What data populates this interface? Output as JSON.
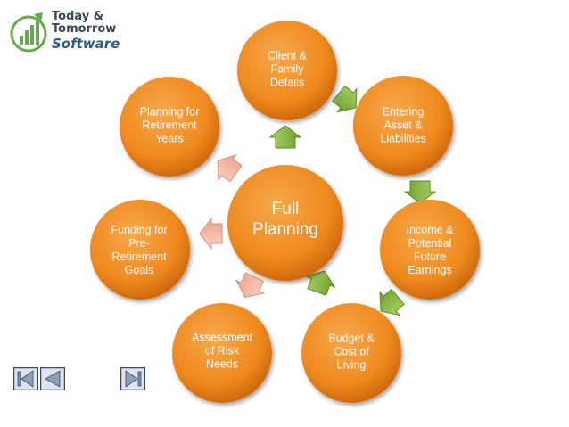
{
  "logo": {
    "line1": "Today &",
    "line2": "Tomorrow",
    "line3": "Software",
    "icon": "rising-bar-chart-icon"
  },
  "center": {
    "lines": [
      "Full",
      "Planning"
    ]
  },
  "nodes": [
    {
      "lines": [
        "Client &",
        "Family",
        "Details"
      ]
    },
    {
      "lines": [
        "Entering",
        "Asset &",
        "Liabilities"
      ]
    },
    {
      "lines": [
        "Income &",
        "Potential",
        "Future",
        "Earnings"
      ]
    },
    {
      "lines": [
        "Budget &",
        "Cost of",
        "Living"
      ]
    },
    {
      "lines": [
        "Assessment",
        "of Risk",
        "Needs"
      ]
    },
    {
      "lines": [
        "Funding for",
        "Pre-",
        "Retirement",
        "Goals"
      ]
    },
    {
      "lines": [
        "Planning for",
        "Retirement",
        "Years"
      ]
    }
  ],
  "colors": {
    "node_fill": "#f28a1e",
    "node_dark": "#c45f06",
    "arrow_green": "#8cbf3f",
    "arrow_pink": "#f6b7a6",
    "nav_fill": "#8ea0b8"
  },
  "nav": {
    "first": "first-slide-icon",
    "prev": "previous-slide-icon",
    "last": "last-slide-icon"
  }
}
